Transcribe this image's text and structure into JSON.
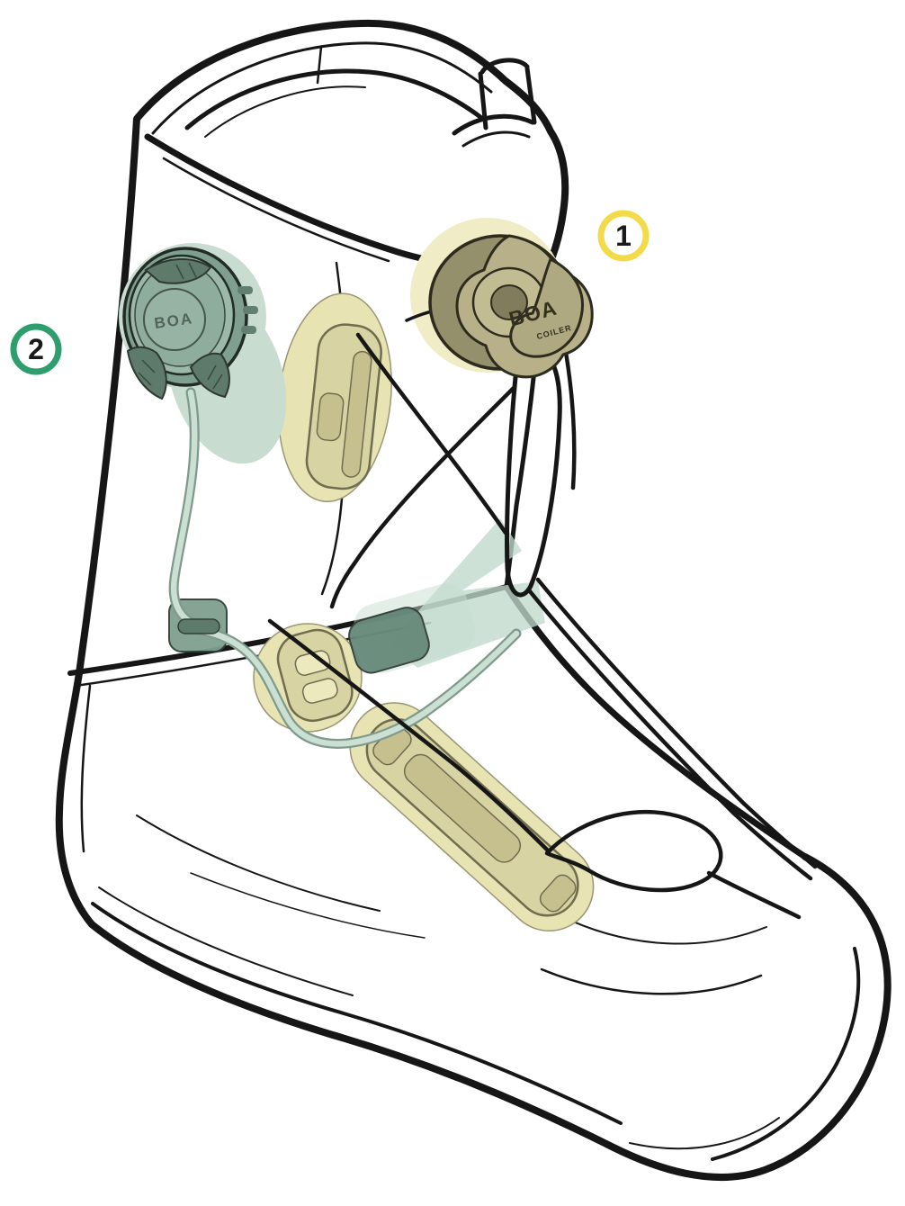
{
  "markers": {
    "one": {
      "label": "1",
      "ring_color": "#F2DA4A"
    },
    "two": {
      "label": "2",
      "ring_color": "#2E9E6C"
    }
  },
  "dial1": {
    "brand": "BOA",
    "model": "COILER",
    "halo_color": "#F0ECC5",
    "body_color": "#B7B089"
  },
  "dial2": {
    "brand": "BOA",
    "halo_color": "#C8DDD0",
    "body_color": "#8FAD9C"
  },
  "zone1": {
    "highlight_color": "#E7E3B2",
    "inner_color": "#D8D3A2",
    "slot_color": "#C6C08E"
  },
  "zone2": {
    "highlight_color": "#BFD8CA",
    "cable_color": "#CBE0D3",
    "guide_color": "#66897A"
  },
  "lines": {
    "outline_color": "#161616"
  }
}
